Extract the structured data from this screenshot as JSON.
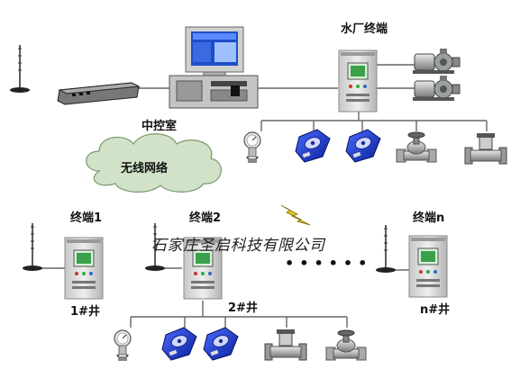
{
  "labels": {
    "water_plant_terminal": "水厂终端",
    "control_room": "中控室",
    "wireless_network": "无线网络",
    "terminal_1": "终端1",
    "terminal_2": "终端2",
    "terminal_n": "终端n",
    "well_1": "1#井",
    "well_2": "2#井",
    "well_n": "n#井",
    "ellipsis": "••••••",
    "watermark": "石家庄圣启科技有限公司"
  },
  "colors": {
    "line": "#666666",
    "cabinet": "#dcdcdc",
    "cabinet_edge": "#888888",
    "screen": "#3aa04a",
    "cloud": "#d2e2c8",
    "meter_blue": "#1a3ad0",
    "lightning": "#e6c820"
  }
}
